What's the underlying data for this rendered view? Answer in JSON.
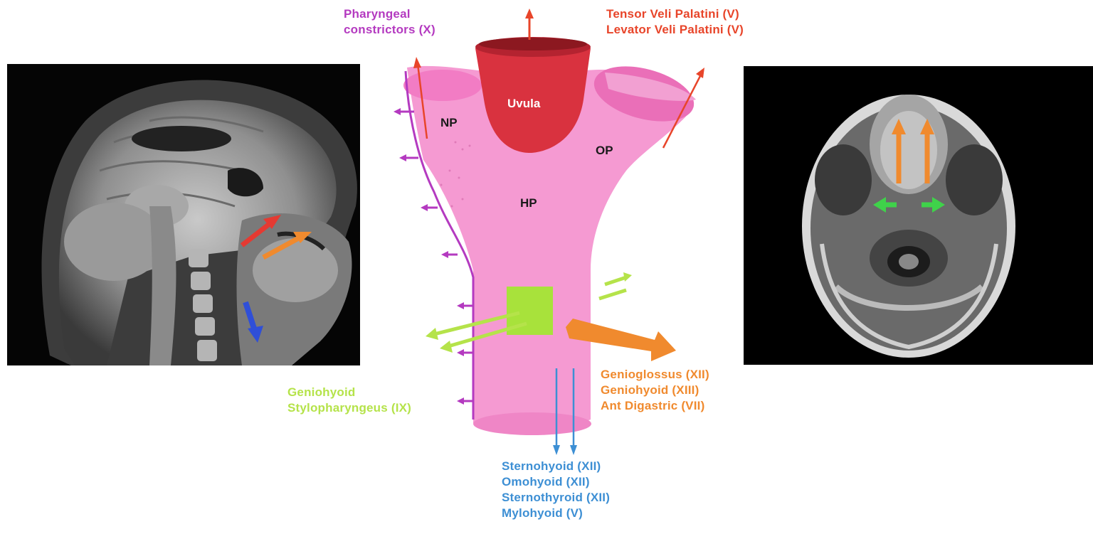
{
  "colors": {
    "pharynx": "#f59ad2",
    "pharynx_dark": "#ea6fb8",
    "uvula": "#d9323f",
    "purple": "#b43ac0",
    "red_orange": "#e8452a",
    "lime": "#b5e34a",
    "orange": "#f08a2e",
    "blue": "#3d8fd4",
    "green": "#3fd24a",
    "mri_blue": "#2f4fd8"
  },
  "regions": {
    "uvula": "Uvula",
    "np": "NP",
    "op": "OP",
    "hp": "HP"
  },
  "labels": {
    "pharyngeal": [
      "Pharyngeal",
      "constrictors (X)"
    ],
    "palatini": [
      "Tensor Veli Palatini (V)",
      "Levator Veli Palatini (V)"
    ],
    "geniohyoid_left": [
      "Geniohyoid",
      "Stylopharyngeus (IX)"
    ],
    "orange_group": [
      "Genioglossus (XII)",
      "Geniohyoid (XIII)",
      "Ant Digastric (VII)"
    ],
    "blue_group": [
      "Sternohyoid (XII)",
      "Omohyoid (XII)",
      "Sternothyroid (XII)",
      "Mylohyoid (V)"
    ]
  },
  "images": {
    "left_panel": "mri-sagittal-head-neck",
    "right_panel": "mri-axial-neck"
  }
}
